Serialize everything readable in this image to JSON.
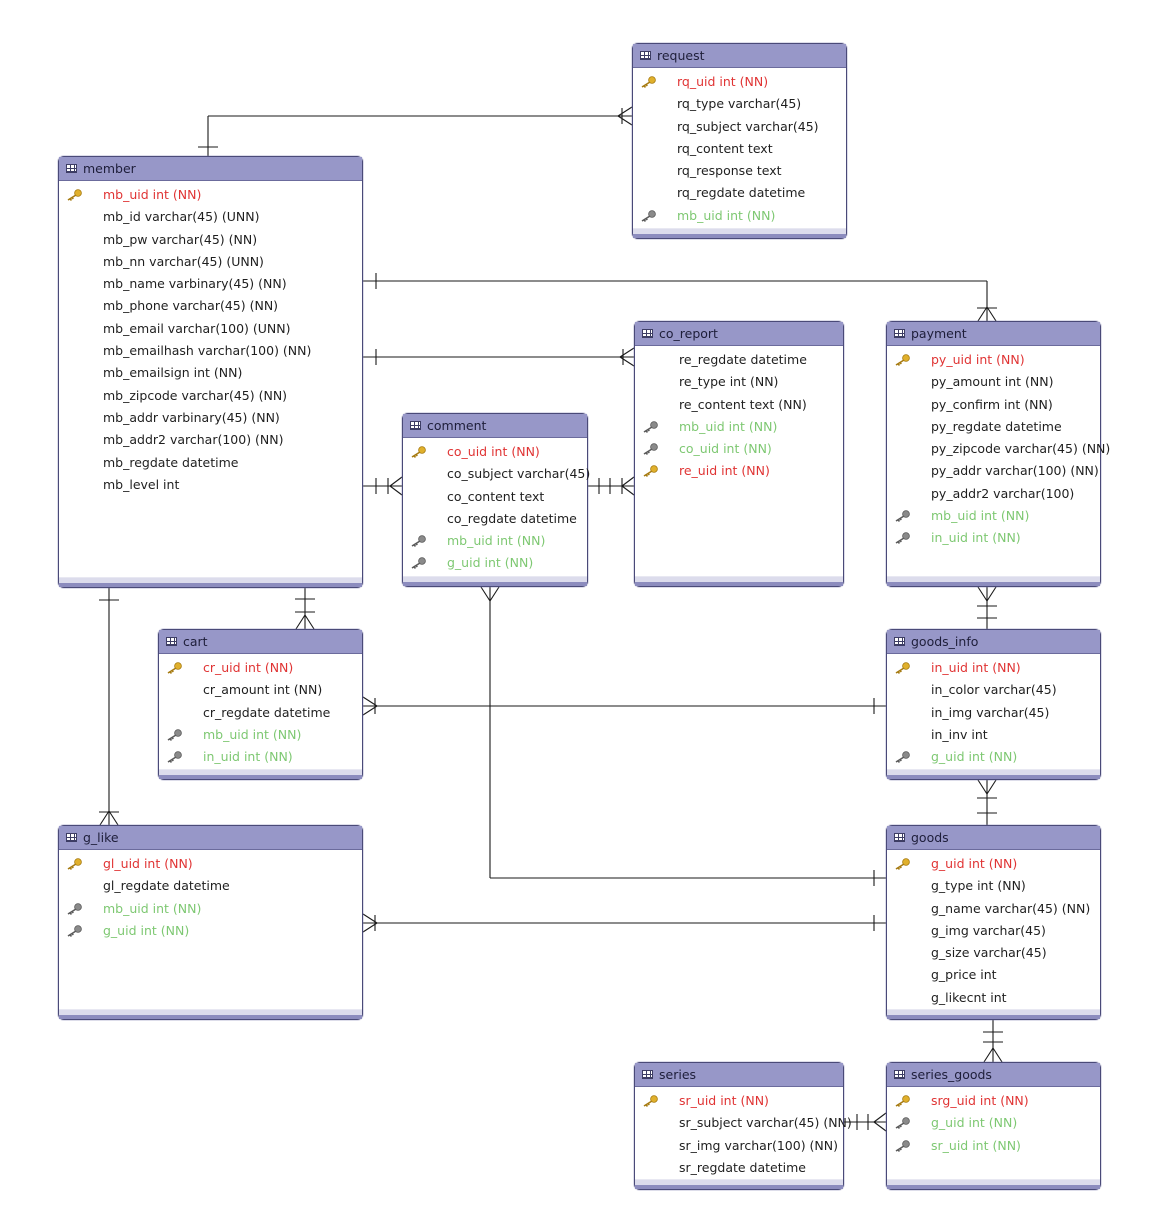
{
  "colors": {
    "header": "#9797c8",
    "pk_text": "#e03434",
    "fk_text": "#7ec872",
    "text": "#1f1f1f",
    "pk_icon": "#e0b02c",
    "fk_icon": "#8a8a8a"
  },
  "tables": [
    {
      "id": "request",
      "name": "request",
      "columns": [
        {
          "text": "rq_uid int (NN)",
          "kind": "pk"
        },
        {
          "text": "rq_type varchar(45)",
          "kind": "col"
        },
        {
          "text": "rq_subject varchar(45)",
          "kind": "col"
        },
        {
          "text": "rq_content text",
          "kind": "col"
        },
        {
          "text": "rq_response text",
          "kind": "col"
        },
        {
          "text": "rq_regdate datetime",
          "kind": "col"
        },
        {
          "text": "mb_uid int (NN)",
          "kind": "fk"
        }
      ]
    },
    {
      "id": "member",
      "name": "member",
      "columns": [
        {
          "text": "mb_uid int (NN)",
          "kind": "pk"
        },
        {
          "text": "mb_id varchar(45) (UNN)",
          "kind": "col"
        },
        {
          "text": "mb_pw varchar(45) (NN)",
          "kind": "col"
        },
        {
          "text": "mb_nn varchar(45) (UNN)",
          "kind": "col"
        },
        {
          "text": "mb_name varbinary(45) (NN)",
          "kind": "col"
        },
        {
          "text": "mb_phone varchar(45) (NN)",
          "kind": "col"
        },
        {
          "text": "mb_email varchar(100) (UNN)",
          "kind": "col"
        },
        {
          "text": "mb_emailhash varchar(100) (NN)",
          "kind": "col"
        },
        {
          "text": "mb_emailsign int (NN)",
          "kind": "col"
        },
        {
          "text": "mb_zipcode varchar(45) (NN)",
          "kind": "col"
        },
        {
          "text": "mb_addr varbinary(45) (NN)",
          "kind": "col"
        },
        {
          "text": "mb_addr2 varchar(100) (NN)",
          "kind": "col"
        },
        {
          "text": "mb_regdate datetime",
          "kind": "col"
        },
        {
          "text": "mb_level int",
          "kind": "col"
        }
      ]
    },
    {
      "id": "co_report",
      "name": "co_report",
      "columns": [
        {
          "text": "re_regdate datetime",
          "kind": "col"
        },
        {
          "text": "re_type int (NN)",
          "kind": "col"
        },
        {
          "text": "re_content text (NN)",
          "kind": "col"
        },
        {
          "text": "mb_uid int (NN)",
          "kind": "fk"
        },
        {
          "text": "co_uid int (NN)",
          "kind": "fk"
        },
        {
          "text": "re_uid int (NN)",
          "kind": "pk"
        }
      ]
    },
    {
      "id": "payment",
      "name": "payment",
      "columns": [
        {
          "text": "py_uid int (NN)",
          "kind": "pk"
        },
        {
          "text": "py_amount int (NN)",
          "kind": "col"
        },
        {
          "text": "py_confirm int (NN)",
          "kind": "col"
        },
        {
          "text": "py_regdate datetime",
          "kind": "col"
        },
        {
          "text": "py_zipcode varchar(45) (NN)",
          "kind": "col"
        },
        {
          "text": "py_addr varchar(100) (NN)",
          "kind": "col"
        },
        {
          "text": "py_addr2 varchar(100)",
          "kind": "col"
        },
        {
          "text": "mb_uid int (NN)",
          "kind": "fk"
        },
        {
          "text": "in_uid int (NN)",
          "kind": "fk"
        }
      ]
    },
    {
      "id": "comment",
      "name": "comment",
      "columns": [
        {
          "text": "co_uid int (NN)",
          "kind": "pk"
        },
        {
          "text": "co_subject varchar(45)",
          "kind": "col"
        },
        {
          "text": "co_content text",
          "kind": "col"
        },
        {
          "text": "co_regdate datetime",
          "kind": "col"
        },
        {
          "text": "mb_uid int (NN)",
          "kind": "fk"
        },
        {
          "text": "g_uid int (NN)",
          "kind": "fk"
        }
      ]
    },
    {
      "id": "cart",
      "name": "cart",
      "columns": [
        {
          "text": "cr_uid int (NN)",
          "kind": "pk"
        },
        {
          "text": "cr_amount int (NN)",
          "kind": "col"
        },
        {
          "text": "cr_regdate datetime",
          "kind": "col"
        },
        {
          "text": "mb_uid int (NN)",
          "kind": "fk"
        },
        {
          "text": "in_uid int (NN)",
          "kind": "fk"
        }
      ]
    },
    {
      "id": "goods_info",
      "name": "goods_info",
      "columns": [
        {
          "text": "in_uid int (NN)",
          "kind": "pk"
        },
        {
          "text": "in_color varchar(45)",
          "kind": "col"
        },
        {
          "text": "in_img varchar(45)",
          "kind": "col"
        },
        {
          "text": "in_inv int",
          "kind": "col"
        },
        {
          "text": "g_uid int (NN)",
          "kind": "fk"
        }
      ]
    },
    {
      "id": "g_like",
      "name": "g_like",
      "columns": [
        {
          "text": "gl_uid int (NN)",
          "kind": "pk"
        },
        {
          "text": "gl_regdate datetime",
          "kind": "col"
        },
        {
          "text": "mb_uid int (NN)",
          "kind": "fk"
        },
        {
          "text": "g_uid int (NN)",
          "kind": "fk"
        }
      ]
    },
    {
      "id": "goods",
      "name": "goods",
      "columns": [
        {
          "text": "g_uid int (NN)",
          "kind": "pk"
        },
        {
          "text": "g_type int (NN)",
          "kind": "col"
        },
        {
          "text": "g_name varchar(45) (NN)",
          "kind": "col"
        },
        {
          "text": "g_img varchar(45)",
          "kind": "col"
        },
        {
          "text": "g_size varchar(45)",
          "kind": "col"
        },
        {
          "text": "g_price int",
          "kind": "col"
        },
        {
          "text": "g_likecnt int",
          "kind": "col"
        }
      ]
    },
    {
      "id": "series",
      "name": "series",
      "columns": [
        {
          "text": "sr_uid int (NN)",
          "kind": "pk"
        },
        {
          "text": "sr_subject varchar(45) (NN)",
          "kind": "col"
        },
        {
          "text": "sr_img varchar(100) (NN)",
          "kind": "col"
        },
        {
          "text": "sr_regdate datetime",
          "kind": "col"
        }
      ]
    },
    {
      "id": "series_goods",
      "name": "series_goods",
      "columns": [
        {
          "text": "srg_uid int (NN)",
          "kind": "pk"
        },
        {
          "text": "g_uid int (NN)",
          "kind": "fk"
        },
        {
          "text": "sr_uid int (NN)",
          "kind": "fk"
        }
      ]
    }
  ],
  "relationships": [
    {
      "from": "member",
      "to": "request"
    },
    {
      "from": "member",
      "to": "payment"
    },
    {
      "from": "member",
      "to": "co_report"
    },
    {
      "from": "member",
      "to": "comment"
    },
    {
      "from": "comment",
      "to": "co_report"
    },
    {
      "from": "member",
      "to": "cart"
    },
    {
      "from": "member",
      "to": "g_like"
    },
    {
      "from": "payment",
      "to": "goods_info"
    },
    {
      "from": "goods_info",
      "to": "cart"
    },
    {
      "from": "goods",
      "to": "goods_info"
    },
    {
      "from": "goods",
      "to": "comment"
    },
    {
      "from": "goods",
      "to": "g_like"
    },
    {
      "from": "goods",
      "to": "series_goods"
    },
    {
      "from": "series",
      "to": "series_goods"
    }
  ]
}
